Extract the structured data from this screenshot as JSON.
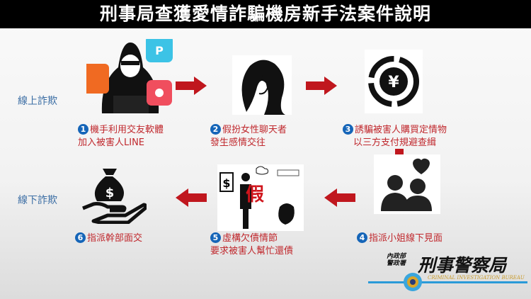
{
  "title": "刑事局查獲愛情詐騙機房新手法案件說明",
  "rows": {
    "online": "線上詐欺",
    "offline": "線下詐欺"
  },
  "steps": [
    {
      "num": "1",
      "line1": "機手利用交友軟體",
      "line2": "加入被害人LINE"
    },
    {
      "num": "2",
      "line1": "假扮女性聊天者",
      "line2": "發生感情交往"
    },
    {
      "num": "3",
      "line1": "誘騙被害人購買定情物",
      "line2": "以三方支付規避查緝"
    },
    {
      "num": "4",
      "line1": "指派小姐線下見面",
      "line2": ""
    },
    {
      "num": "5",
      "line1": "虛構欠債情節",
      "line2": "要求被害人幫忙還債"
    },
    {
      "num": "6",
      "line1": "指派幹部面交",
      "line2": ""
    }
  ],
  "scene_fake_char": "假",
  "logo": {
    "ministry": "內政部",
    "agency": "警政署",
    "name": "刑事警察局",
    "english": "CRIMINAL INVESTIGATION BUREAU"
  },
  "colors": {
    "accent_red": "#c0171e",
    "number_blue": "#1565b8",
    "label_blue": "#3d6fa5"
  }
}
